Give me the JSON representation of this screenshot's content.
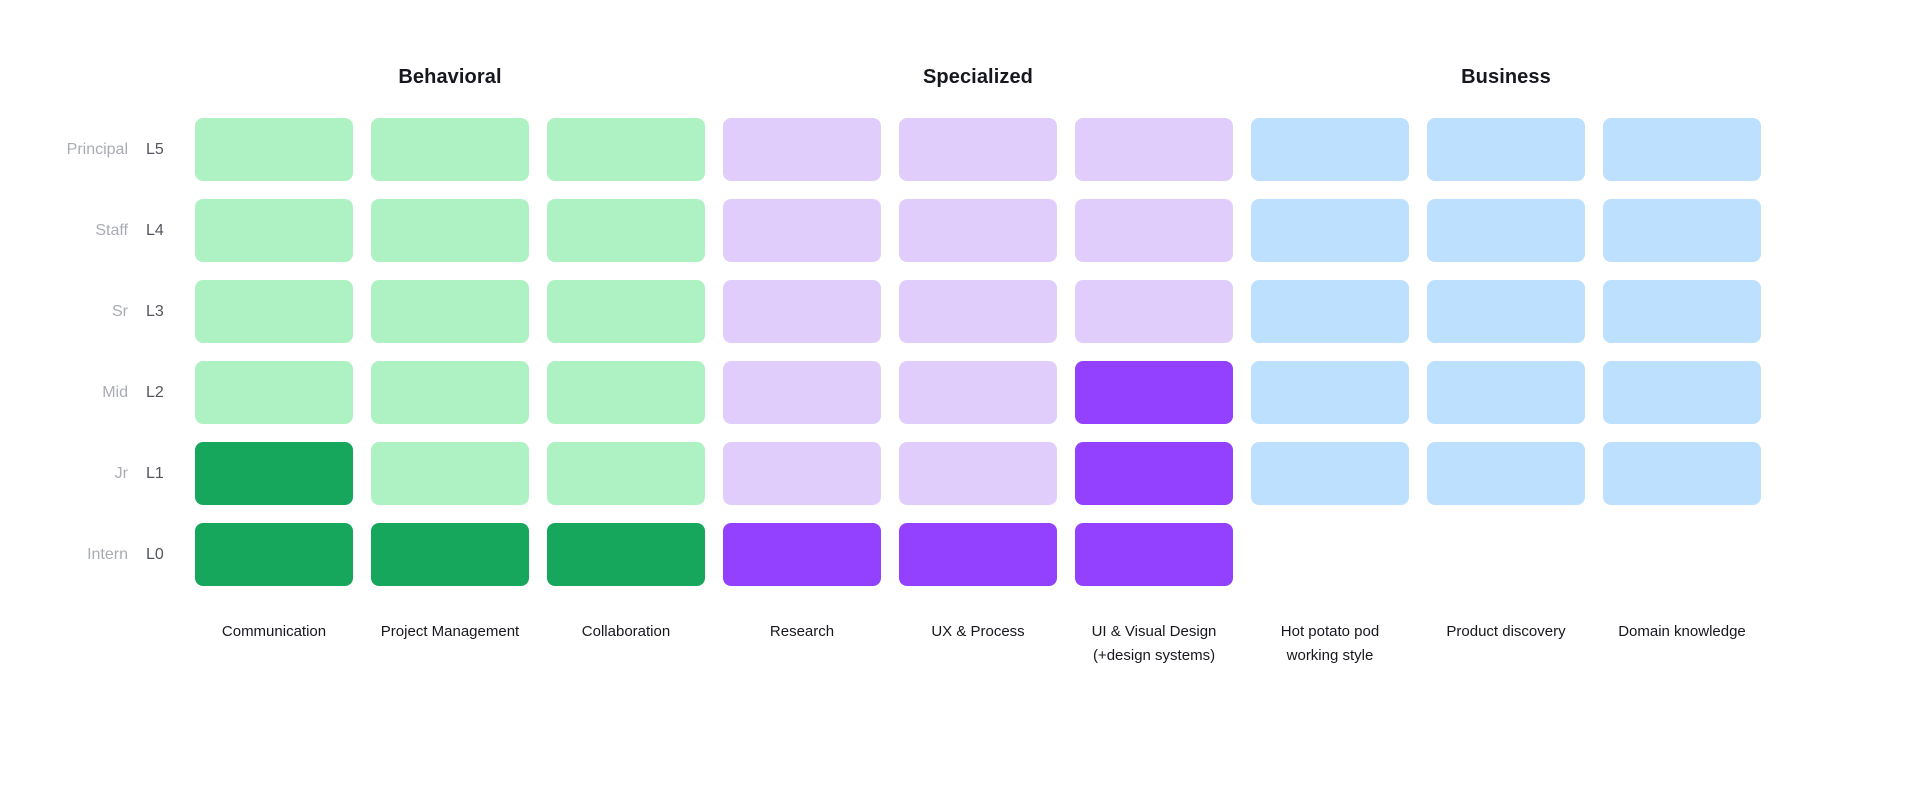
{
  "palette": {
    "green_light": "#AEF2C4",
    "green_dark": "#16A75C",
    "purple_light": "#E1CDFB",
    "purple_dark": "#9341FF",
    "blue_light": "#BCE0FE",
    "blue_dark": "#2D8BEF",
    "text_primary": "#16181d",
    "text_muted": "#a9acb2",
    "text_level": "#53565c",
    "background": "#ffffff"
  },
  "chart_data": {
    "type": "heatmap",
    "title": "",
    "xlabel": "",
    "ylabel": "",
    "legend_position": "none",
    "grid": false,
    "groups": [
      {
        "name": "Behavioral",
        "color_light": "#AEF2C4",
        "color_dark": "#16A75C",
        "columns": [
          "Communication",
          "Project Management",
          "Collaboration"
        ]
      },
      {
        "name": "Specialized",
        "color_light": "#E1CDFB",
        "color_dark": "#9341FF",
        "columns": [
          "Research",
          "UX & Process",
          "UI & Visual Design (+design systems)"
        ]
      },
      {
        "name": "Business",
        "color_light": "#BCE0FE",
        "color_dark": "#2D8BEF",
        "columns": [
          "Hot potato pod working style",
          "Product discovery",
          "Domain knowledge"
        ]
      }
    ],
    "rows": [
      {
        "title": "Principal",
        "level": "L5"
      },
      {
        "title": "Staff",
        "level": "L4"
      },
      {
        "title": "Sr",
        "level": "L3"
      },
      {
        "title": "Mid",
        "level": "L2"
      },
      {
        "title": "Jr",
        "level": "L1"
      },
      {
        "title": "Intern",
        "level": "L0"
      }
    ],
    "categories": [
      "Communication",
      "Project Management",
      "Collaboration",
      "Research",
      "UX & Process",
      "UI & Visual Design (+design systems)",
      "Hot potato pod working style",
      "Product discovery",
      "Domain knowledge"
    ],
    "series": [
      {
        "name": "L5",
        "values": [
          0,
          0,
          0,
          0,
          0,
          0,
          0,
          0,
          0
        ]
      },
      {
        "name": "L4",
        "values": [
          0,
          0,
          0,
          0,
          0,
          0,
          0,
          0,
          0
        ]
      },
      {
        "name": "L3",
        "values": [
          0,
          0,
          0,
          0,
          0,
          0,
          0,
          0,
          0
        ]
      },
      {
        "name": "L2",
        "values": [
          0,
          0,
          0,
          0,
          0,
          1,
          0,
          0,
          0
        ]
      },
      {
        "name": "L1",
        "values": [
          1,
          0,
          0,
          0,
          0,
          1,
          0,
          0,
          0
        ]
      },
      {
        "name": "L0",
        "values": [
          1,
          1,
          1,
          1,
          1,
          1,
          null,
          null,
          null
        ]
      }
    ],
    "value_legend": {
      "0": "not attained (light tint)",
      "1": "attained (saturated fill)",
      "null": "cell absent"
    }
  },
  "headers": {
    "behavioral": "Behavioral",
    "specialized": "Specialized",
    "business": "Business"
  },
  "rows": [
    {
      "title": "Principal",
      "level": "L5"
    },
    {
      "title": "Staff",
      "level": "L4"
    },
    {
      "title": "Sr",
      "level": "L3"
    },
    {
      "title": "Mid",
      "level": "L2"
    },
    {
      "title": "Jr",
      "level": "L1"
    },
    {
      "title": "Intern",
      "level": "L0"
    }
  ],
  "captions": {
    "communication": {
      "line1": "Communication",
      "line2": ""
    },
    "project_management": {
      "line1": "Project Management",
      "line2": ""
    },
    "collaboration": {
      "line1": "Collaboration",
      "line2": ""
    },
    "research": {
      "line1": "Research",
      "line2": ""
    },
    "ux_process": {
      "line1": "UX & Process",
      "line2": ""
    },
    "ui_visual_design": {
      "line1": "UI & Visual Design",
      "line2": "(+design systems)"
    },
    "hot_potato": {
      "line1": "Hot potato pod",
      "line2": "working style"
    },
    "product_discovery": {
      "line1": "Product discovery",
      "line2": ""
    },
    "domain_knowledge": {
      "line1": "Domain knowledge",
      "line2": ""
    }
  }
}
